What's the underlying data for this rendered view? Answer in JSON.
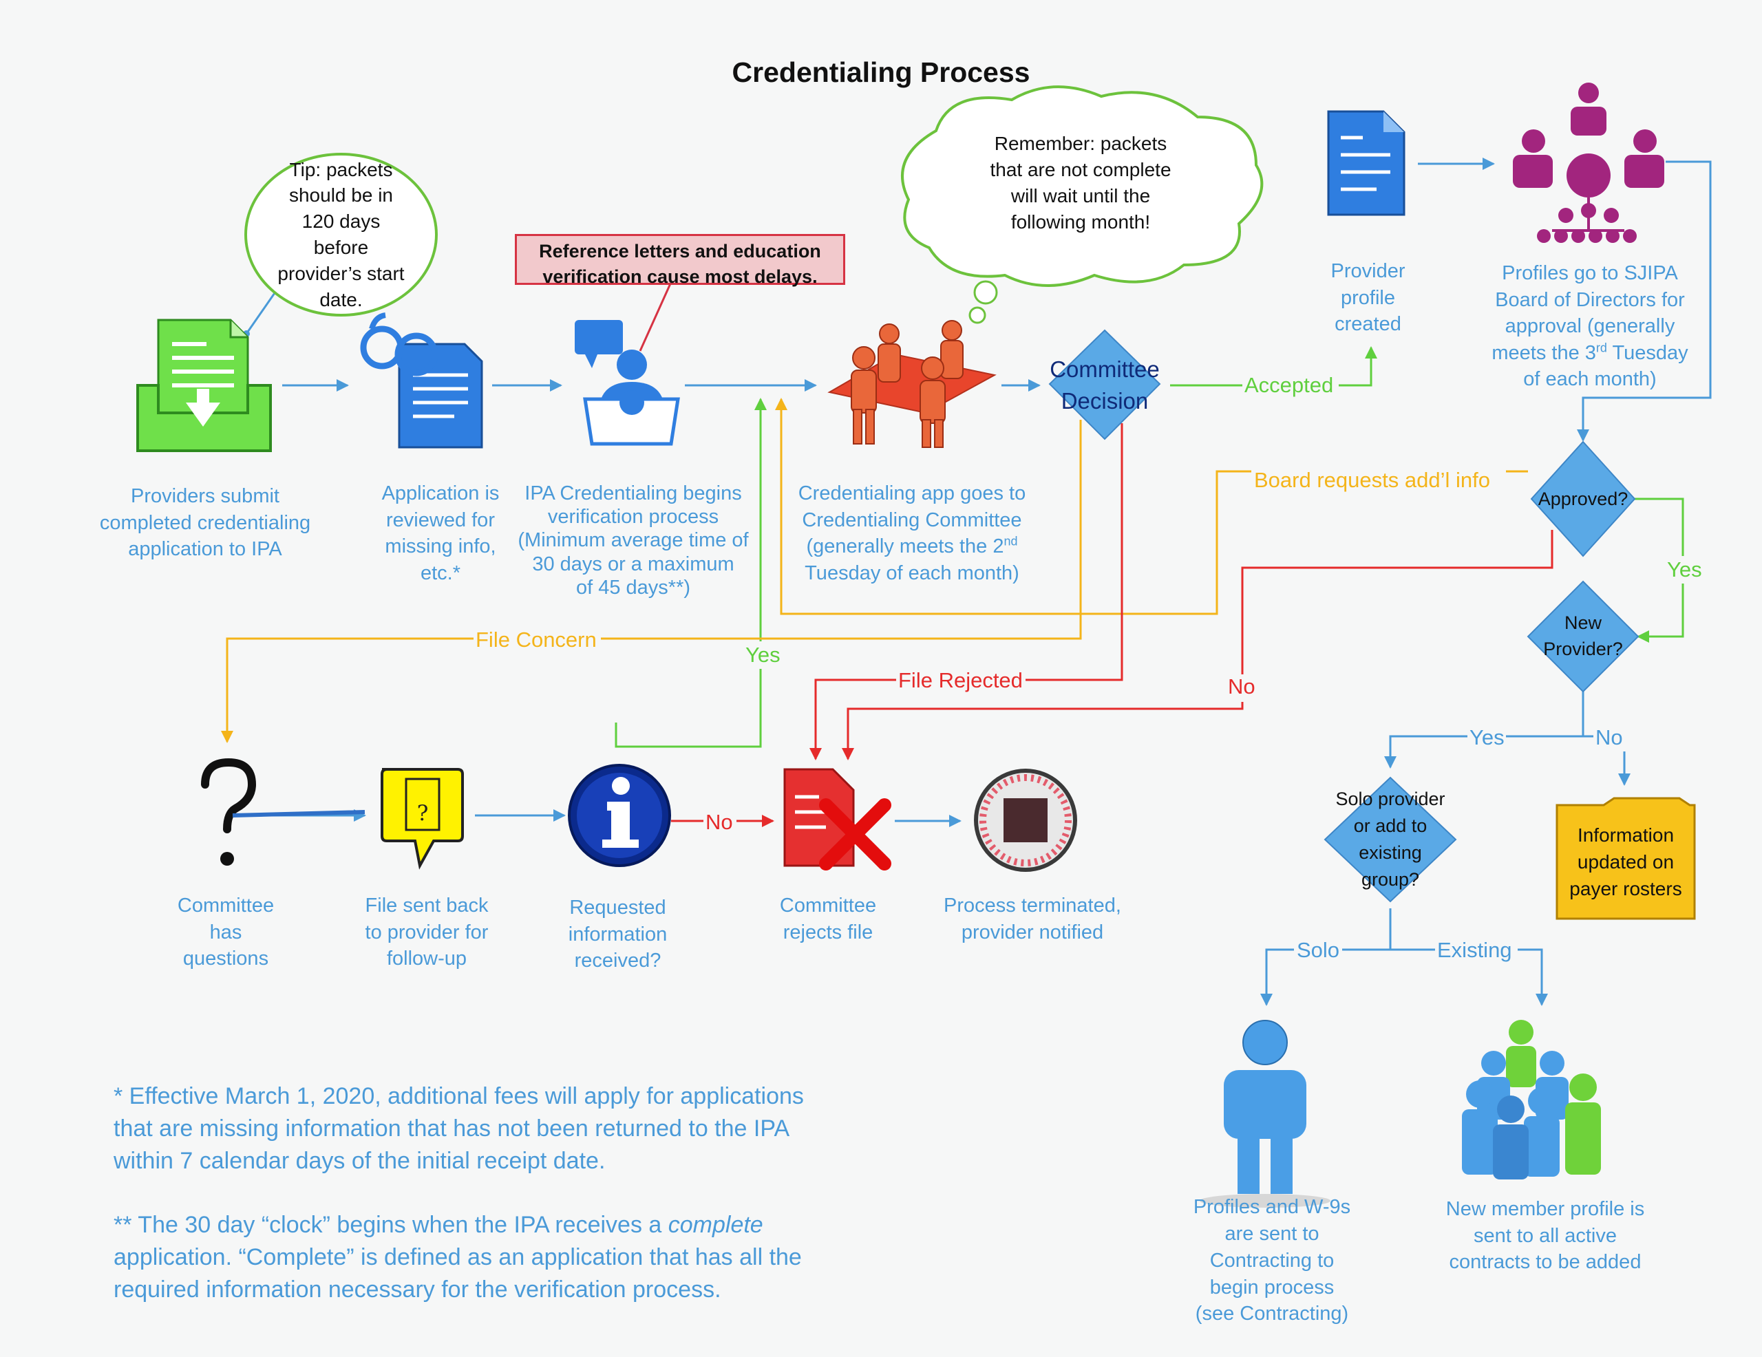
{
  "title": "Credentialing Process",
  "colors": {
    "blue_flow": "#4a9ad8",
    "yellow_flow": "#f4b41a",
    "green_flow": "#5fcf3e",
    "red_flow": "#e52b2b",
    "diamond_fill": "#5aa9e6",
    "purple_icon": "#a2257e"
  },
  "tip_bubble": "Tip: packets\nshould be in\n120 days\nbefore\nprovider’s start\ndate.",
  "delay_warning": "Reference letters and education\nverification cause most delays.",
  "cloud_note": "Remember: packets\nthat are not complete\nwill wait until the\nfollowing month!",
  "steps": {
    "submit": "Providers submit\ncompleted credentialing\napplication to IPA",
    "review": "Application is\nreviewed for\nmissing info,\netc.*",
    "verify": "IPA Credentialing begins\nverification process\n(Minimum average time of\n30 days or a maximum\nof 45 days**)",
    "committee_pre": "Credentialing app goes to\nCredentialing Committee\n(generally meets the 2",
    "committee_sup": "nd",
    "committee_post": "\nTuesday of each month)",
    "profile_created": "Provider\nprofile\ncreated",
    "board_pre": "Profiles go to SJIPA\nBoard of Directors for\napproval  (generally\nmeets the 3",
    "board_sup": "rd",
    "board_post": " Tuesday\nof each month)",
    "questions": "Committee\nhas\nquestions",
    "sent_back": "File sent back\nto provider for\nfollow-up",
    "info_received": "Requested\ninformation\nreceived?",
    "rejects": "Committee\nrejects file",
    "terminated": "Process terminated,\nprovider notified",
    "solo_contracting": "Profiles and W-9s\nare sent to\nContracting to\nbegin process\n(see Contracting)",
    "member_sent": "New member profile is\nsent to all active\ncontracts to be added"
  },
  "decisions": {
    "committee": "Committee\nDecision",
    "approved": "Approved?",
    "new_provider": "New\nProvider?",
    "solo_or_group": "Solo provider\nor add to\nexisting\ngroup?"
  },
  "roster": "Information\nupdated on\npayer rosters",
  "edge_labels": {
    "accepted": "Accepted",
    "board_requests": "Board requests add’l info",
    "file_concern": "File Concern",
    "yes_info": "Yes",
    "file_rejected": "File Rejected",
    "no_approved": "No",
    "yes_approved": "Yes",
    "no_info": "No",
    "yes_new": "Yes",
    "no_new": "No",
    "solo": "Solo",
    "existing": "Existing"
  },
  "footnotes": {
    "one": "* Effective March 1, 2020, additional fees will apply for applications\nthat are missing information that has not been returned to the IPA\nwithin 7 calendar days of the initial receipt date.",
    "two_pre": "** The 30 day “clock” begins when the IPA receives a ",
    "two_italic": "complete",
    "two_post": "\napplication.  “Complete” is defined as an application that has all the\nrequired information necessary for the verification process."
  },
  "icons": [
    "inbox-document-icon",
    "glasses-document-icon",
    "verifier-person-icon",
    "committee-table-icon",
    "document-icon",
    "org-chart-icon",
    "question-mark-icon",
    "question-bubble-icon",
    "info-icon",
    "rejected-document-icon",
    "stop-icon",
    "single-person-icon",
    "group-people-icon"
  ]
}
